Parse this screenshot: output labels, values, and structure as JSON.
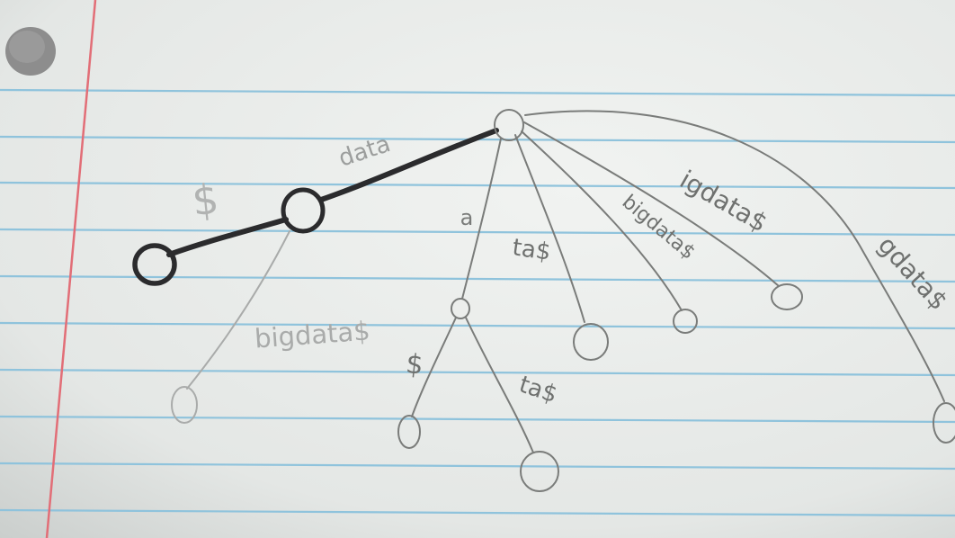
{
  "diagram": {
    "kind": "suffix-tree sketch on lined notebook paper",
    "colors": {
      "paper": "#e9ecea",
      "rule_line": "#8fc3dc",
      "margin_line": "#e26e77",
      "pencil": "#7a7c7a",
      "pencil_light": "#a9abaa",
      "ink_dark": "#2b2b2d",
      "punch_hole": "#8a8a8a"
    },
    "nodes": [
      {
        "id": "leaf-dollar",
        "bold": true
      },
      {
        "id": "node-mid",
        "bold": true
      },
      {
        "id": "root"
      },
      {
        "id": "leaf-bigdata-1"
      },
      {
        "id": "node-a"
      },
      {
        "id": "leaf-a-dollar"
      },
      {
        "id": "leaf-a-ta"
      },
      {
        "id": "leaf-ta"
      },
      {
        "id": "leaf-bigdata-2"
      },
      {
        "id": "leaf-igdata"
      },
      {
        "id": "leaf-gdata"
      }
    ],
    "edge_labels": {
      "dollar": "$",
      "data": "data",
      "bigdata_a": "bigdata$",
      "a": "a",
      "ta_root": "ta$",
      "dollar_a": "$",
      "ta_a": "ta$",
      "bigdata_b": "bigdata$",
      "igdata": "igdata$",
      "gdata": "gdata$"
    }
  }
}
